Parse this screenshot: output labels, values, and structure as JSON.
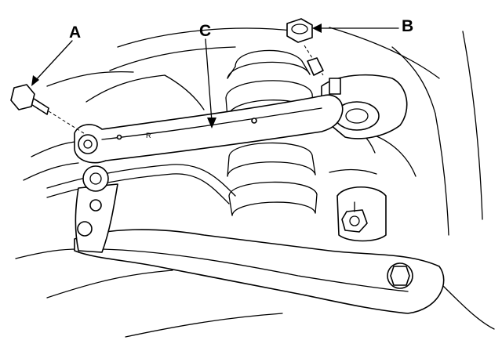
{
  "callouts": {
    "a": "A",
    "b": "B",
    "c": "C"
  },
  "markings": {
    "link_side": "R"
  }
}
